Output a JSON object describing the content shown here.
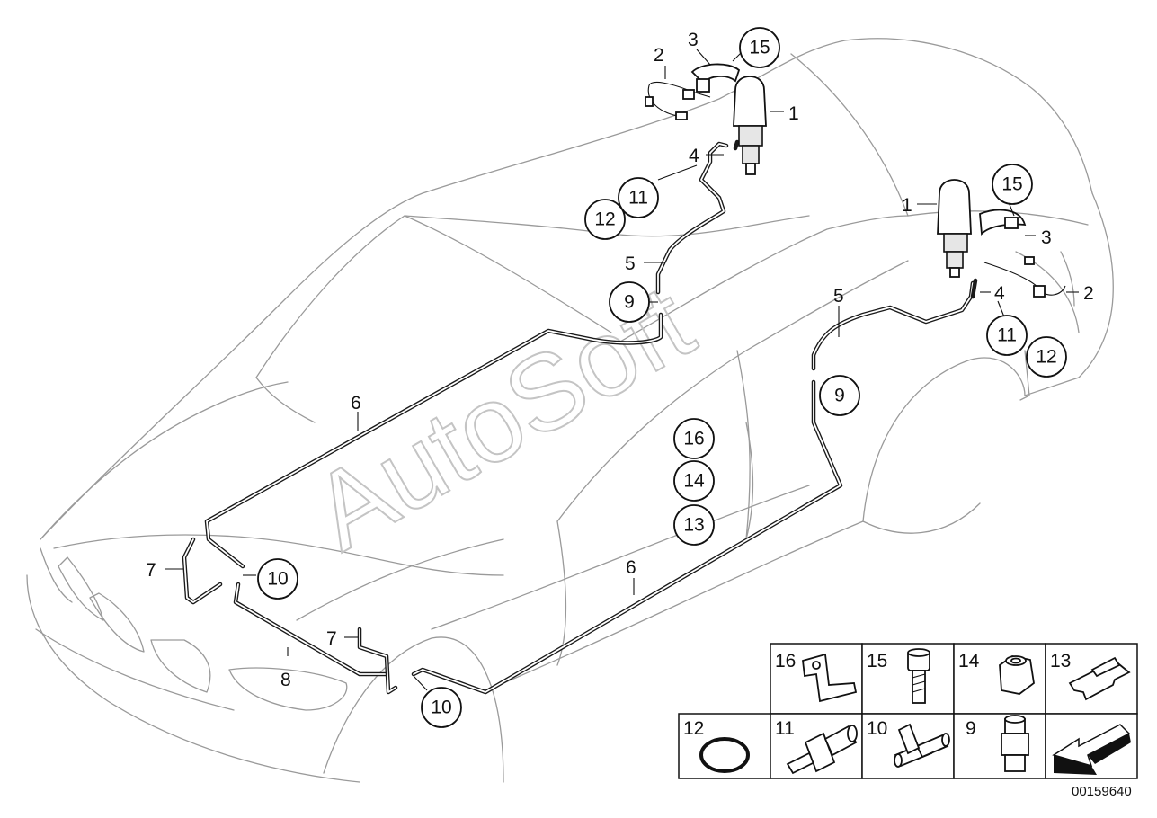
{
  "watermark": "AutoSoft",
  "reference_number": "00159640",
  "callouts": {
    "c1a": "1",
    "c1b": "1",
    "c2a": "2",
    "c2b": "2",
    "c3a": "3",
    "c3b": "3",
    "c4a": "4",
    "c4b": "4",
    "c5a": "5",
    "c5b": "5",
    "c6a": "6",
    "c6b": "6",
    "c7a": "7",
    "c7b": "7",
    "c8": "8"
  },
  "circled": {
    "c15a": "15",
    "c15b": "15",
    "c11a": "11",
    "c11b": "11",
    "c12a": "12",
    "c12b": "12",
    "c9a": "9",
    "c9b": "9",
    "c10a": "10",
    "c10b": "10",
    "c16": "16",
    "c14": "14",
    "c13": "13"
  },
  "legend": {
    "row1": [
      "16",
      "15",
      "14",
      "13"
    ],
    "row2": [
      "12",
      "11",
      "10",
      "9"
    ]
  }
}
